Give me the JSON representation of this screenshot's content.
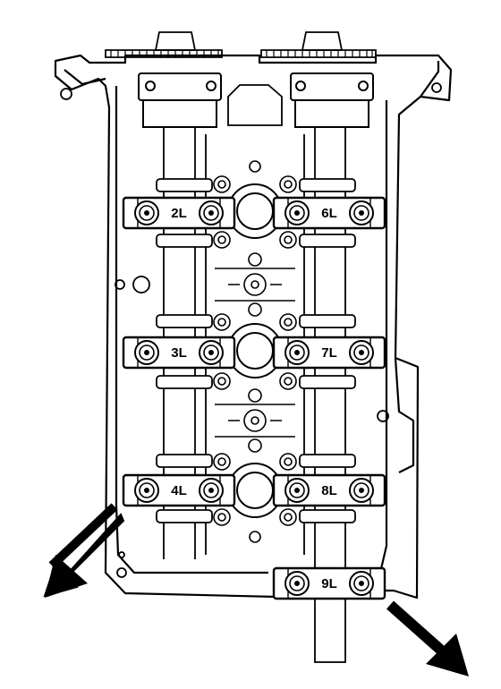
{
  "colors": {
    "ink": "#000000",
    "background": "#ffffff"
  },
  "caps": [
    {
      "label": "2L"
    },
    {
      "label": "6L"
    },
    {
      "label": "3L"
    },
    {
      "label": "7L"
    },
    {
      "label": "4L"
    },
    {
      "label": "8L"
    },
    {
      "label": "9L"
    }
  ],
  "icons": [
    "arrow-left-bottom-icon",
    "arrow-right-bottom-icon"
  ]
}
